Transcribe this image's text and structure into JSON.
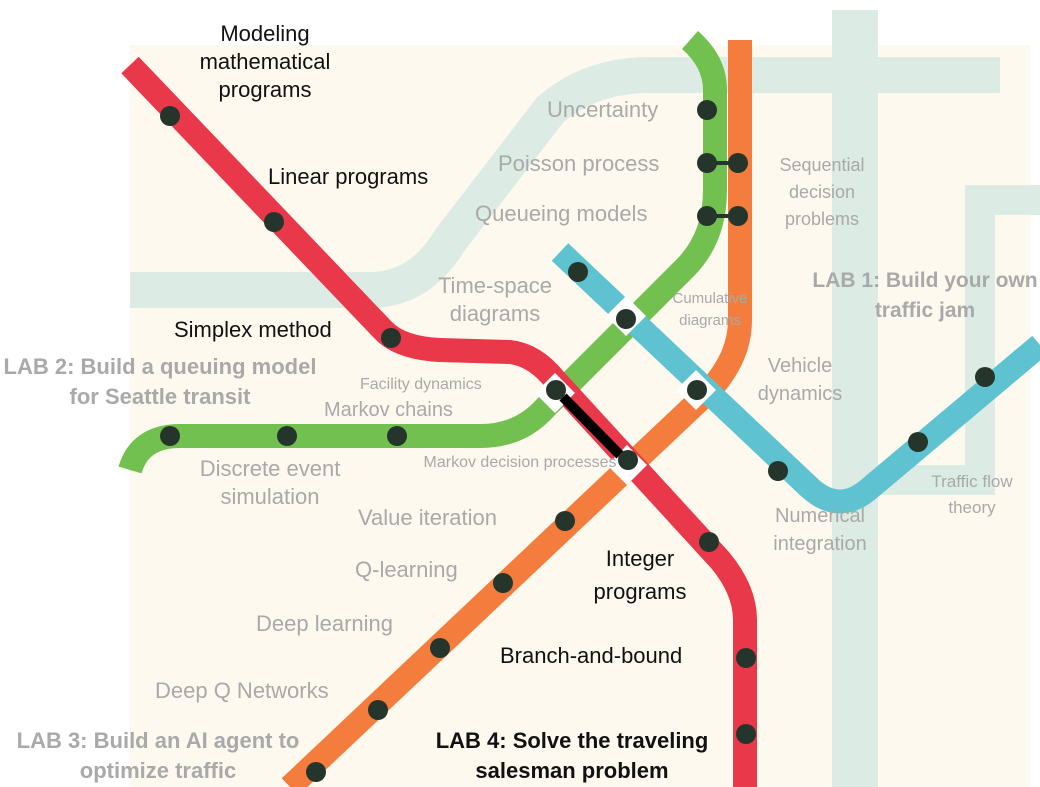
{
  "colors": {
    "background": "#ffffff",
    "faint_line": "#dcebe4",
    "faint_panel": "#fdf9ee",
    "red_line": "#e8384a",
    "green_line": "#72c04f",
    "orange_line": "#f47c3c",
    "blue_line": "#5ec2d0",
    "stop": "#25352c",
    "dark_text": "#111111",
    "grey_text": "#a9a9a9"
  },
  "lines": [
    {
      "color": "red",
      "topics": [
        "Modeling mathematical programs",
        "Linear programs",
        "Simplex method",
        "Facility dynamics",
        "Markov decision processes",
        "Integer programs",
        "Branch-and-bound",
        "LAB 4: Solve the traveling salesman problem"
      ]
    },
    {
      "color": "green",
      "topics": [
        "Uncertainty",
        "Poisson process",
        "Queueing models",
        "Time-space diagrams",
        "Markov chains",
        "Discrete event simulation",
        "LAB 2: Build a queuing model for Seattle transit"
      ]
    },
    {
      "color": "orange",
      "topics": [
        "Sequential decision problems",
        "Vehicle dynamics",
        "Value iteration",
        "Q-learning",
        "Deep learning",
        "Deep Q Networks",
        "LAB 3: Build an AI agent to optimize traffic"
      ]
    },
    {
      "color": "blue",
      "topics": [
        "Cumulative diagrams",
        "Numerical integration",
        "Traffic flow theory",
        "LAB 1: Build your own traffic jam"
      ]
    }
  ],
  "labels": {
    "modeling": "Modeling mathematical programs",
    "linear_programs": "Linear programs",
    "simplex_method": "Simplex method",
    "uncertainty": "Uncertainty",
    "poisson_process": "Poisson process",
    "queueing_models": "Queueing models",
    "sequential_decision": "Sequential decision problems",
    "time_space": "Time-space diagrams",
    "cumulative": "Cumulative diagrams",
    "facility_dynamics": "Facility dynamics",
    "markov_chains": "Markov chains",
    "vehicle_dynamics": "Vehicle dynamics",
    "discrete_event": "Discrete event simulation",
    "markov_decision": "Markov decision processes",
    "value_iteration": "Value iteration",
    "numerical_integration": "Numerical integration",
    "traffic_flow": "Traffic flow theory",
    "integer_programs": "Integer programs",
    "q_learning": "Q-learning",
    "deep_learning": "Deep learning",
    "branch_and_bound": "Branch-and-bound",
    "deep_q": "Deep Q Networks",
    "lab1": "LAB 1: Build your own traffic jam",
    "lab2": "LAB 2: Build a queuing model for Seattle transit",
    "lab3": "LAB 3: Build an AI agent to optimize traffic",
    "lab4": "LAB 4: Solve the traveling salesman problem"
  }
}
